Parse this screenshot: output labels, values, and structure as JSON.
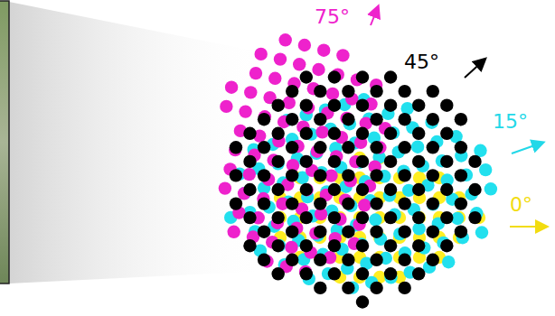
{
  "diagram": {
    "labels": [
      "75°",
      "45°",
      "15°",
      "0°"
    ]
  }
}
